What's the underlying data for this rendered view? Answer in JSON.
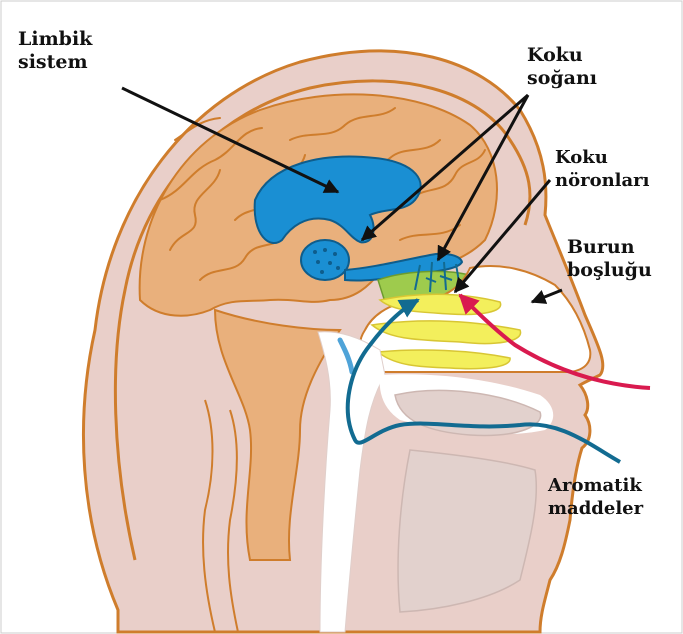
{
  "labels": {
    "limbic": [
      "Limbik",
      "sistem"
    ],
    "bulb": [
      "Koku",
      "soğanı"
    ],
    "neurons": [
      "Koku",
      "nöronları"
    ],
    "nasal": [
      "Burun",
      "boşluğu"
    ],
    "aromatic": [
      "Aromatik",
      "maddeler"
    ]
  },
  "colors": {
    "skin": "#e9cfc9",
    "outline": "#cf7d2c",
    "brain": "#e9b07c",
    "limbic": "#1a8fd3",
    "nasal_yellow": "#f3ef5c",
    "airway_blue": "#126b91",
    "airflow_red": "#d91a4f"
  }
}
